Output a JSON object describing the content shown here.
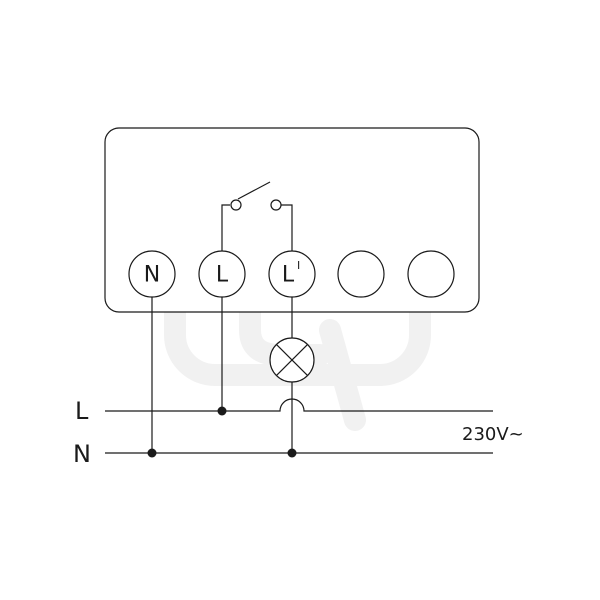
{
  "terminals": [
    {
      "label": "N"
    },
    {
      "label": "L"
    },
    {
      "label": "L",
      "mark": "I"
    },
    {
      "label": ""
    },
    {
      "label": ""
    }
  ],
  "supply_lines": {
    "line": "L",
    "neutral": "N"
  },
  "voltage": "230V~",
  "colors": {
    "stroke": "#1a1a1a",
    "background": "#ffffff",
    "watermark": "#f1f1f1"
  },
  "icons": {
    "switch": "switch-contact-icon",
    "lamp": "lamp-icon",
    "crossover": "wire-crossover-icon",
    "watermark": "watermark-logo-icon"
  }
}
